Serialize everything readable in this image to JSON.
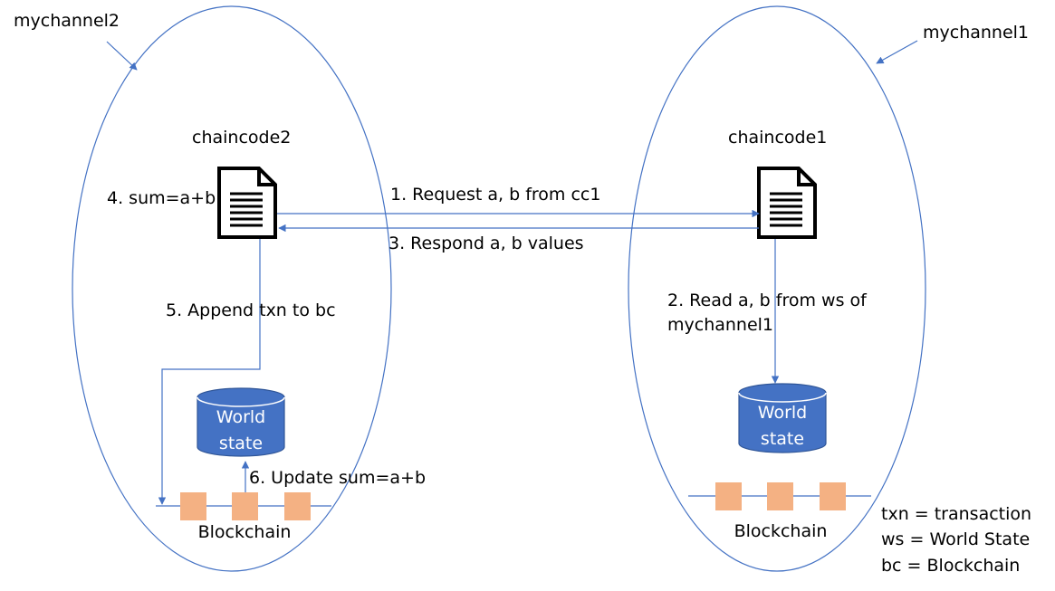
{
  "colors": {
    "line": "#4472c4",
    "database_fill": "#4472c4",
    "block_fill": "#f4b183",
    "database_text": "#ffffff",
    "document_icon": "#000000"
  },
  "channels": {
    "left": {
      "name": "mychannel2",
      "chaincode": "chaincode2",
      "database_line1": "World",
      "database_line2": "state",
      "blockchain": "Blockchain"
    },
    "right": {
      "name": "mychannel1",
      "chaincode": "chaincode1",
      "database_line1": "World",
      "database_line2": "state",
      "blockchain": "Blockchain"
    }
  },
  "steps": {
    "step1": "1. Request a, b from cc1",
    "step2_line1": "2. Read a, b from ws of",
    "step2_line2": "mychannel1",
    "step3": "3. Respond a, b values",
    "step4": "4. sum=a+b",
    "step5": "5. Append txn to bc",
    "step6": "6. Update sum=a+b"
  },
  "legend": {
    "line1": "txn = transaction",
    "line2": "ws = World State",
    "line3": "bc = Blockchain"
  },
  "icons": {
    "document": "document-icon",
    "database": "database-cylinder-icon",
    "block": "block-square-icon"
  }
}
